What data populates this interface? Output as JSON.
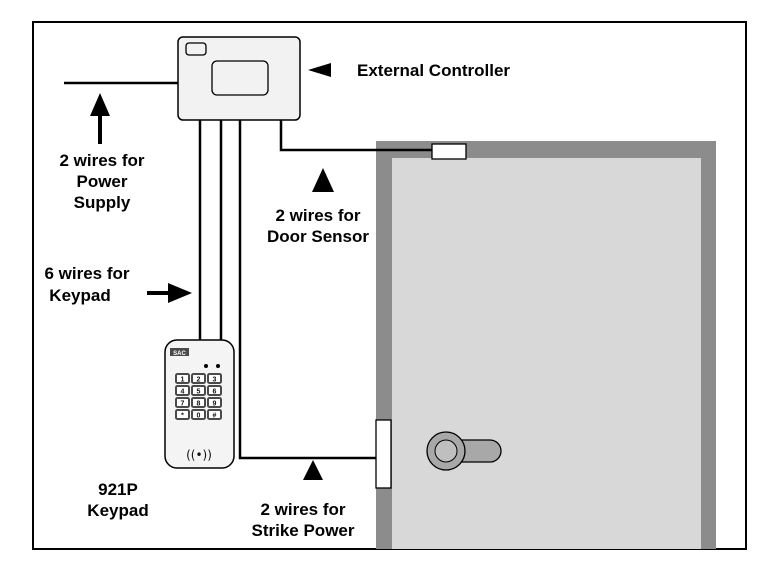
{
  "labels": {
    "external_controller": "External Controller",
    "power_supply": [
      "2 wires for",
      "Power",
      "Supply"
    ],
    "door_sensor": [
      "2 wires for",
      "Door Sensor"
    ],
    "keypad_wires": [
      "6 wires for",
      "Keypad"
    ],
    "keypad_model": [
      "921P",
      "Keypad"
    ],
    "strike_power": [
      "2 wires for",
      "Strike Power"
    ]
  },
  "keypad": {
    "brand": "SAC",
    "keys": [
      "1",
      "2",
      "3",
      "4",
      "5",
      "6",
      "7",
      "8",
      "9",
      "*",
      "0",
      "#"
    ],
    "reader_symbol": "((•))"
  },
  "colors": {
    "door_frame": "#8c8c8c",
    "door_panel": "#d8d8d8",
    "controller_fill": "#f2f2f2",
    "keypad_fill": "#f4f4f4",
    "key_fill": "#4a4a4a",
    "wire": "#000000"
  }
}
